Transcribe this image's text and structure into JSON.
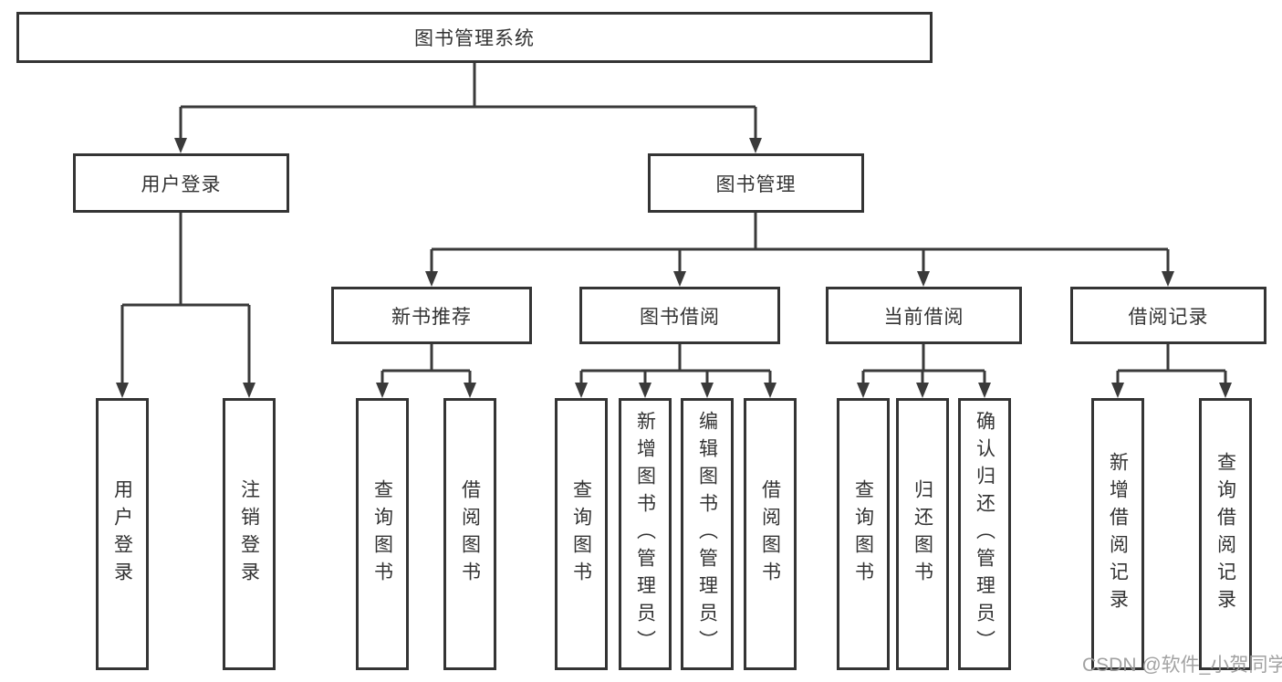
{
  "diagram": {
    "root": {
      "label": "图书管理系统"
    },
    "level2": [
      {
        "label": "用户登录"
      },
      {
        "label": "图书管理"
      }
    ],
    "level3": [
      {
        "label": "新书推荐"
      },
      {
        "label": "图书借阅"
      },
      {
        "label": "当前借阅"
      },
      {
        "label": "借阅记录"
      }
    ],
    "leaves": {
      "user_login": [
        "用户登录",
        "注销登录"
      ],
      "new_book": [
        "查询图书",
        "借阅图书"
      ],
      "book_borrow": [
        "查询图书",
        "新增图书（管理员）",
        "编辑图书（管理员）",
        "借阅图书"
      ],
      "current_borrow": [
        "查询图书",
        "归还图书",
        "确认归还（管理员）"
      ],
      "borrow_record": [
        "新增借阅记录",
        "查询借阅记录"
      ]
    }
  },
  "watermark": {
    "text": "CSDN @软件_小贺同学"
  },
  "colors": {
    "line": "#3a3a3a",
    "border": "#343434",
    "text": "#333333",
    "watermark": "#9a9a9a",
    "background": "#ffffff"
  }
}
